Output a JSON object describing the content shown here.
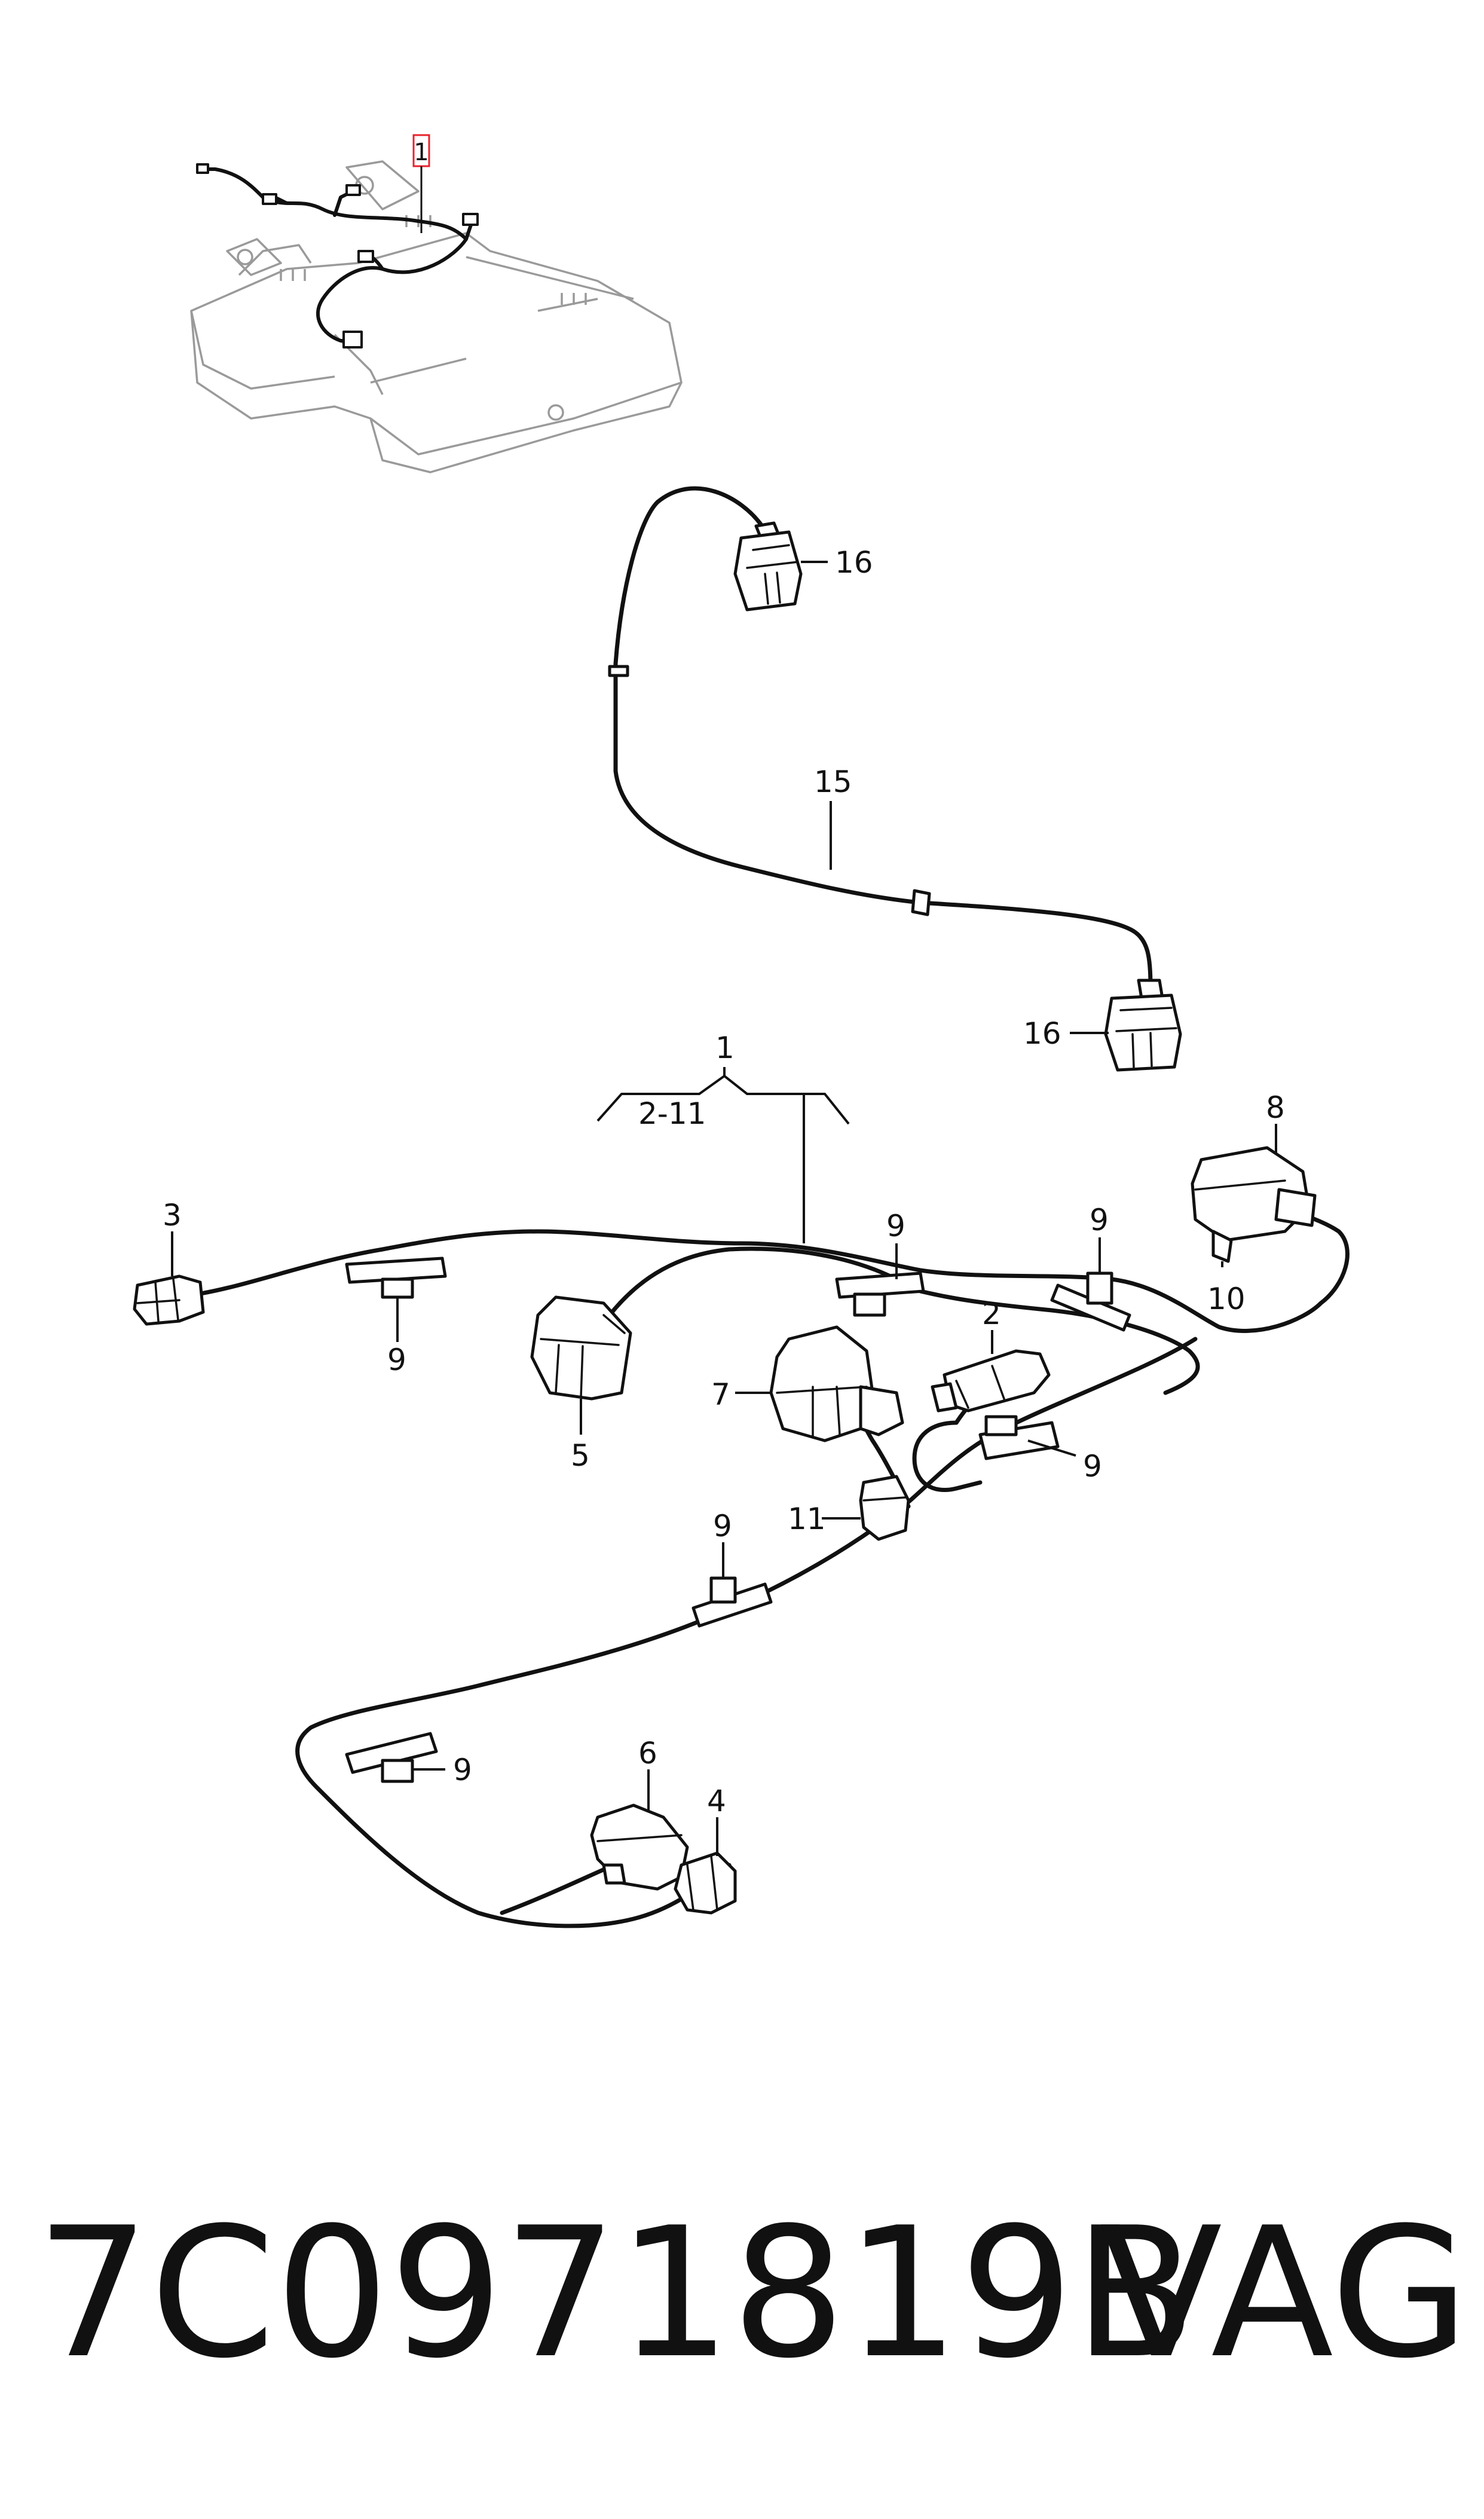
{
  "diagram": {
    "callouts": {
      "thumb_ref": "1",
      "c1": "1",
      "range": "2-11",
      "c2": "2",
      "c3": "3",
      "c4": "4",
      "c5": "5",
      "c6": "6",
      "c7": "7",
      "c8": "8",
      "c9": "9",
      "c10": "10",
      "c11": "11",
      "c15": "15",
      "c16": "16"
    },
    "accent_color": "#e8232c"
  },
  "footer": {
    "part_number": "7C0971819B",
    "brand": "VAG"
  }
}
